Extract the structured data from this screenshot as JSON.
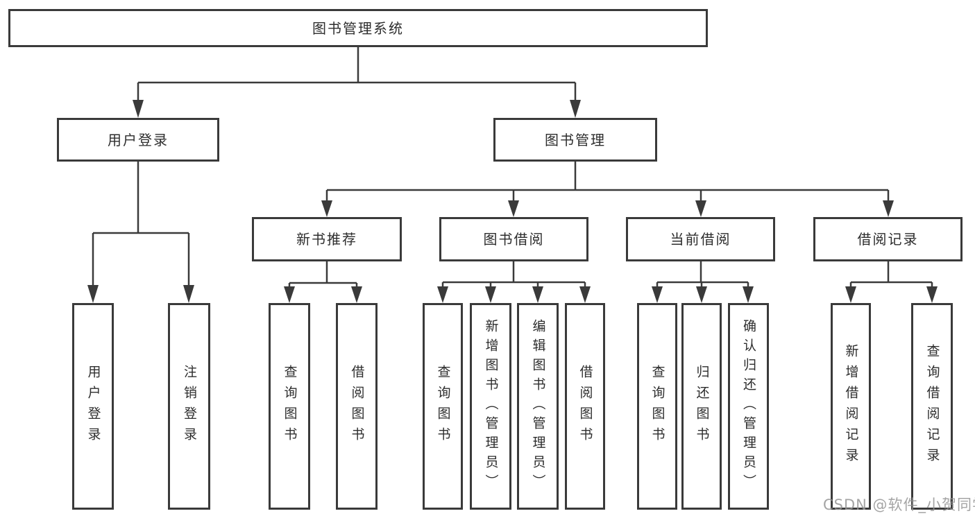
{
  "diagram_title": "图书管理系统",
  "watermark": "CSDN @软件_小贺同学",
  "colors": {
    "line": "#3a3a3a",
    "box_border": "#3a3a3a",
    "box_fill": "#ffffff",
    "text": "#2d2d2d",
    "watermark": "#949494"
  },
  "tree": {
    "label": "图书管理系统",
    "children": [
      {
        "label": "用户登录",
        "children": [
          {
            "label": "用户登录"
          },
          {
            "label": "注销登录"
          }
        ]
      },
      {
        "label": "图书管理",
        "children": [
          {
            "label": "新书推荐",
            "children": [
              {
                "label": "查询图书"
              },
              {
                "label": "借阅图书"
              }
            ]
          },
          {
            "label": "图书借阅",
            "children": [
              {
                "label": "查询图书"
              },
              {
                "label": "新增图书（管理员）"
              },
              {
                "label": "编辑图书（管理员）"
              },
              {
                "label": "借阅图书"
              }
            ]
          },
          {
            "label": "当前借阅",
            "children": [
              {
                "label": "查询图书"
              },
              {
                "label": "归还图书"
              },
              {
                "label": "确认归还（管理员）"
              }
            ]
          },
          {
            "label": "借阅记录",
            "children": [
              {
                "label": "新增借阅记录"
              },
              {
                "label": "查询借阅记录"
              }
            ]
          }
        ]
      }
    ]
  }
}
